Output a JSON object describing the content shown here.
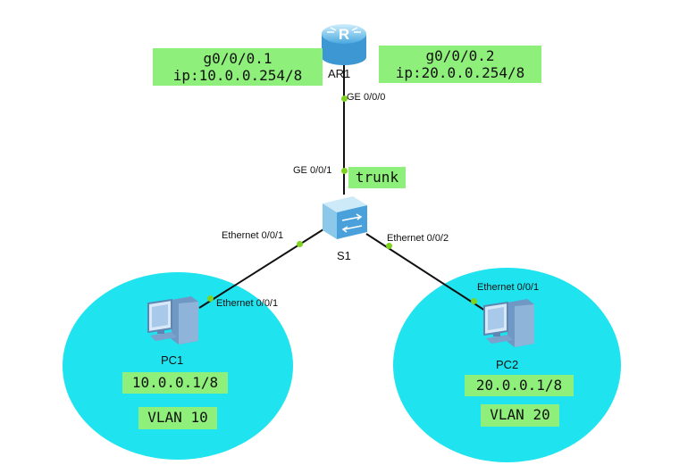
{
  "colors": {
    "vlan_zone": "#1fe3ef",
    "note_bg": "#8ef07a",
    "link": "#111111",
    "port_dot": "#7ed321",
    "router": "#6cc3f0",
    "switch": "#5fb0e6",
    "pc": "#a8c8e8"
  },
  "router": {
    "name": "AR1",
    "icon": "router-icon",
    "port": "GE 0/0/0",
    "sub_left": {
      "line1": "g0/0/0.1",
      "line2": "ip:10.0.0.254/8"
    },
    "sub_right": {
      "line1": "g0/0/0.2",
      "line2": "ip:20.0.0.254/8"
    }
  },
  "switch": {
    "name": "S1",
    "icon": "switch-icon",
    "uplink_port": "GE 0/0/1",
    "uplink_mode": "trunk",
    "port_left": "Ethernet 0/0/1",
    "port_right": "Ethernet 0/0/2"
  },
  "pc1": {
    "name": "PC1",
    "icon": "pc-icon",
    "port": "Ethernet 0/0/1",
    "ip": "10.0.0.1/8",
    "vlan": "VLAN 10"
  },
  "pc2": {
    "name": "PC2",
    "icon": "pc-icon",
    "port": "Ethernet 0/0/1",
    "ip": "20.0.0.1/8",
    "vlan": "VLAN 20"
  }
}
